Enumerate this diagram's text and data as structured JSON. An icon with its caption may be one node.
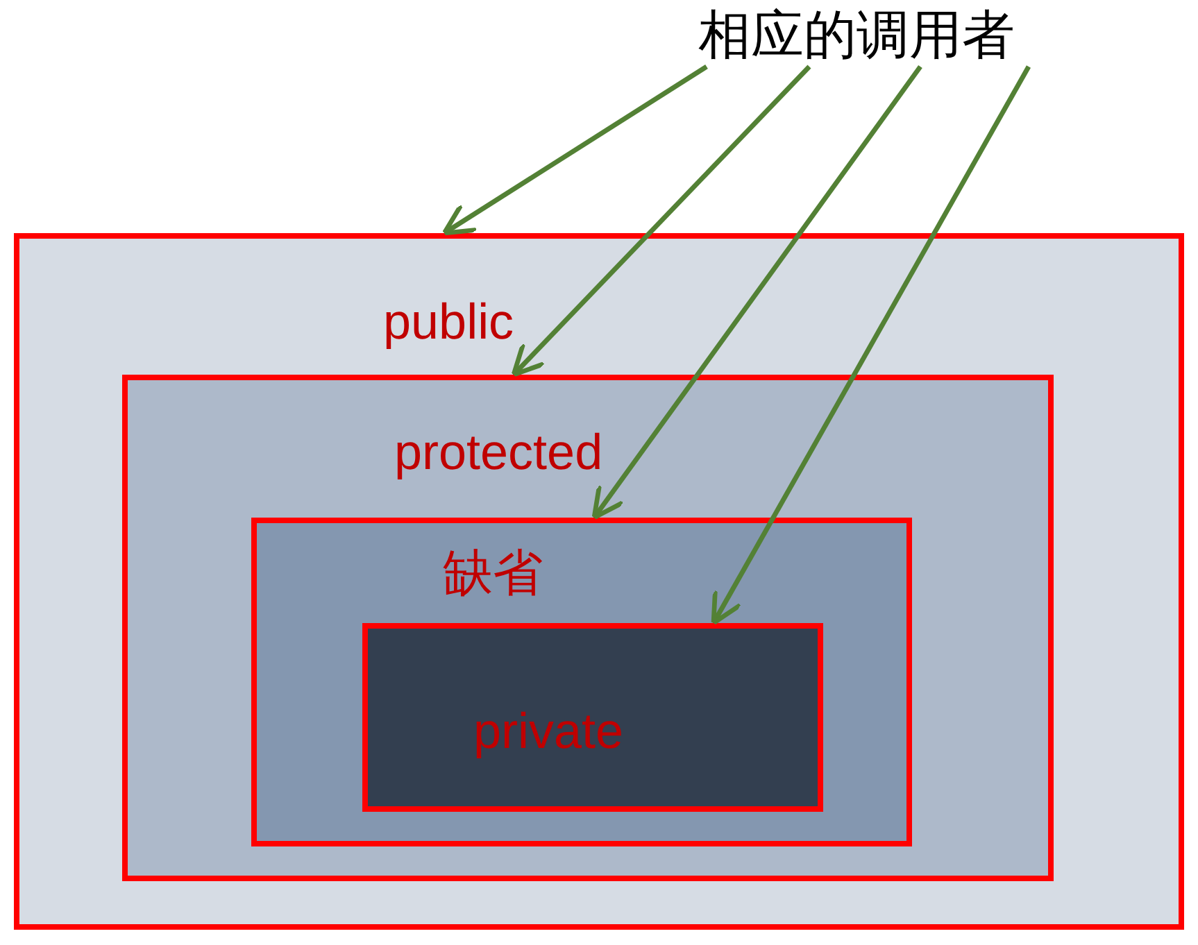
{
  "diagram": {
    "nodes": [
      {
        "text": [
          "相应的调用者"
        ]
      },
      {
        "text": [
          "public"
        ]
      },
      {
        "text": [
          "protected"
        ],
        "in": 1
      },
      {
        "text": [
          "缺省"
        ],
        "in": 2
      },
      {
        "text": [
          "private"
        ],
        "in": 3
      }
    ],
    "edges": [
      {
        "from": 0,
        "to": 1,
        "arrow": "to",
        "color": "#538135"
      },
      {
        "from": 0,
        "to": 2,
        "arrow": "to",
        "color": "#538135"
      },
      {
        "from": 0,
        "to": 3,
        "arrow": "to",
        "color": "#538135"
      },
      {
        "from": 0,
        "to": 4,
        "arrow": "to",
        "color": "#538135"
      }
    ]
  }
}
